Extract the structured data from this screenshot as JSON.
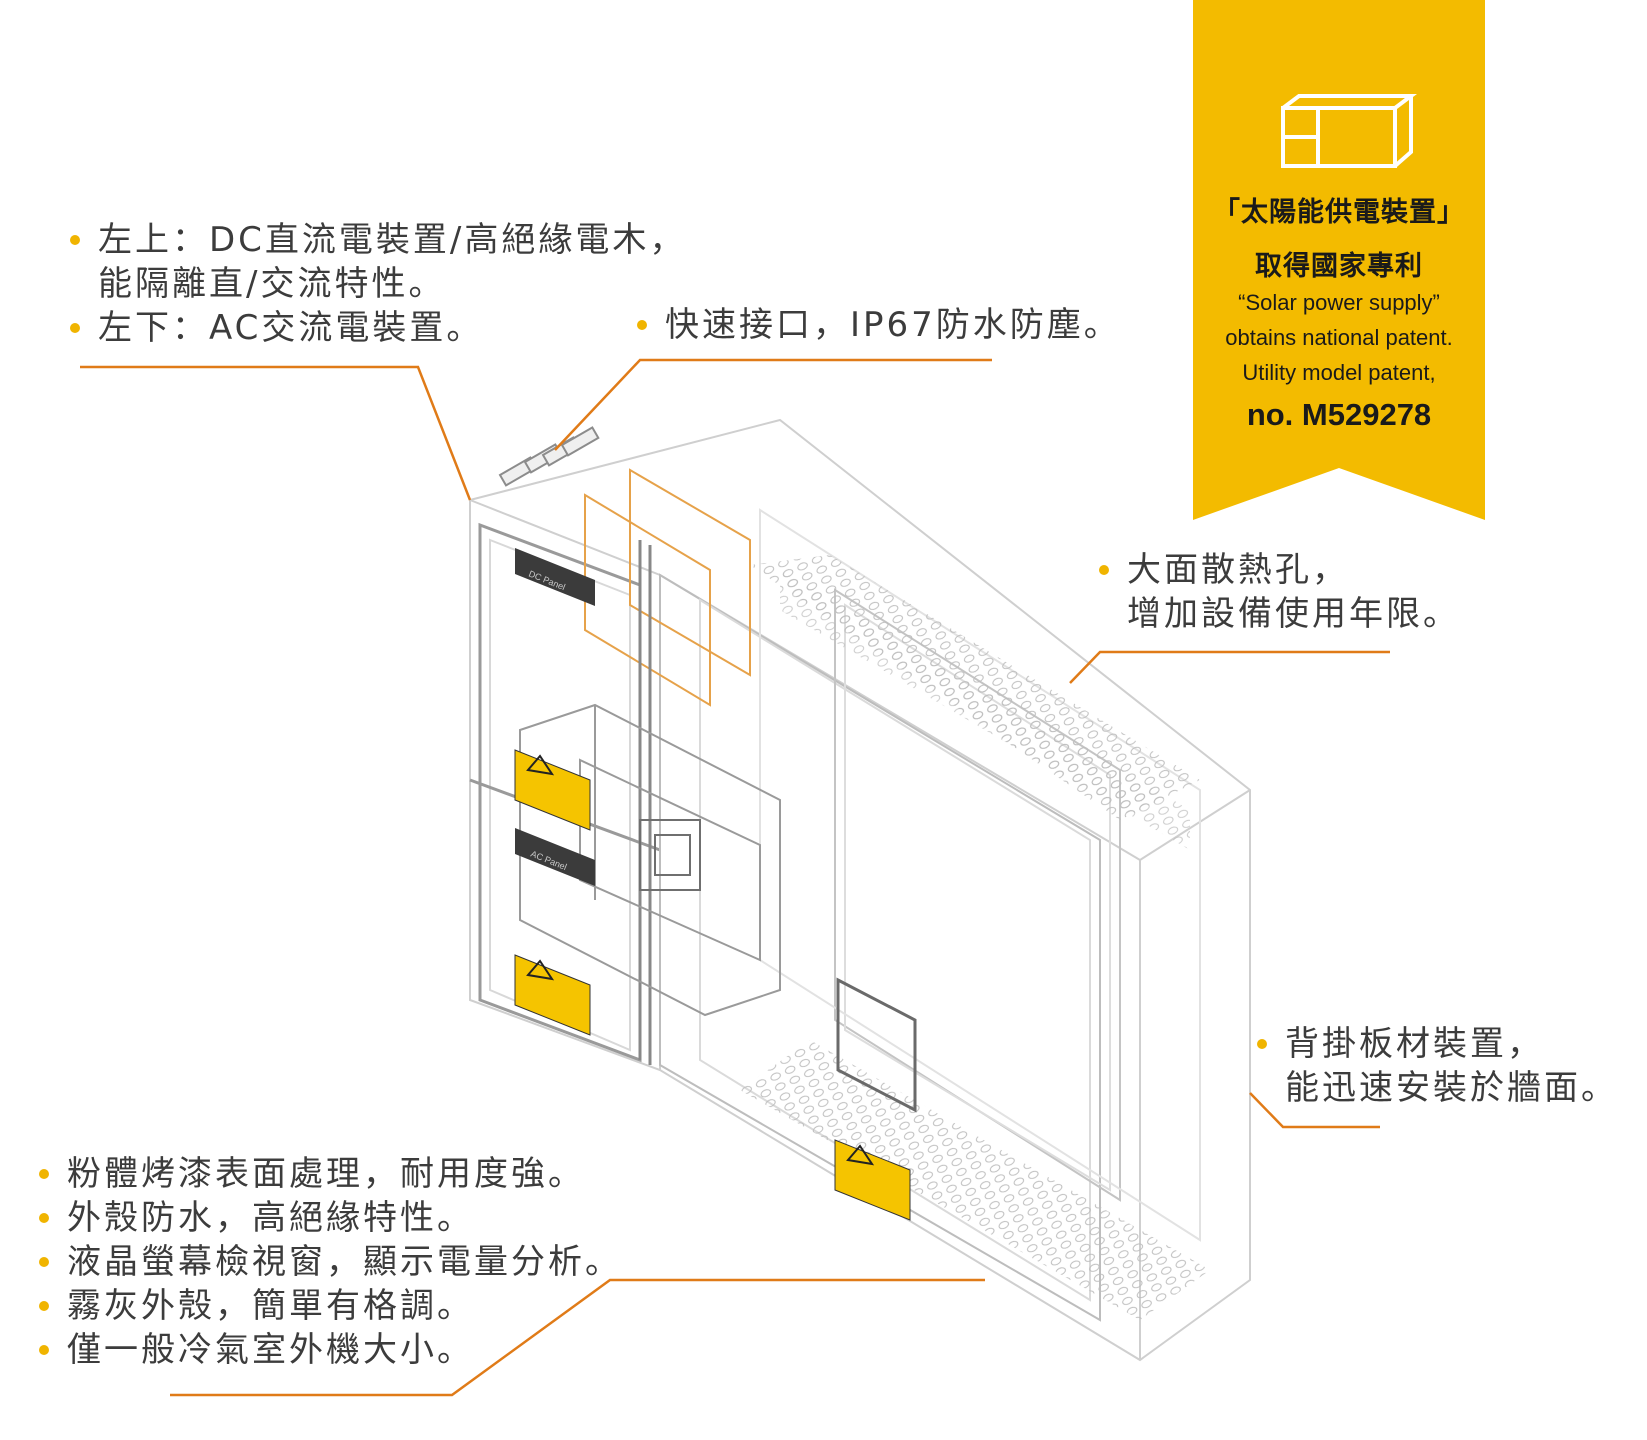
{
  "badge": {
    "title_zh": "「太陽能供電裝置」",
    "subtitle_zh": "取得國家專利",
    "en_line1": "“Solar power supply”",
    "en_line2": "obtains national patent.",
    "en_line3": "Utility model patent,",
    "patent_no": "no. M529278",
    "icon": "cabinet-icon",
    "color": "#f3bb00"
  },
  "notes": {
    "top_left": {
      "line1": "左上：DC直流電裝置/高絕緣電木，",
      "line2": "能隔離直/交流特性。",
      "line3": "左下：AC交流電裝置。"
    },
    "connector": "快速接口，IP67防水防塵。",
    "vents": {
      "line1": "大面散熱孔，",
      "line2": "增加設備使用年限。"
    },
    "backplate": {
      "line1": "背掛板材裝置，",
      "line2": "能迅速安裝於牆面。"
    },
    "bottom_list": [
      "粉體烤漆表面處理，耐用度強。",
      "外殼防水，高絕緣特性。",
      "液晶螢幕檢視窗，顯示電量分析。",
      "霧灰外殼，簡單有格調。",
      "僅一般冷氣室外機大小。"
    ]
  },
  "panels": {
    "dc": "DC Panel",
    "ac": "AC Panel"
  },
  "colors": {
    "accent_bullet": "#f0b400",
    "leader_line": "#e07b18",
    "warning_label": "#f5c400"
  }
}
